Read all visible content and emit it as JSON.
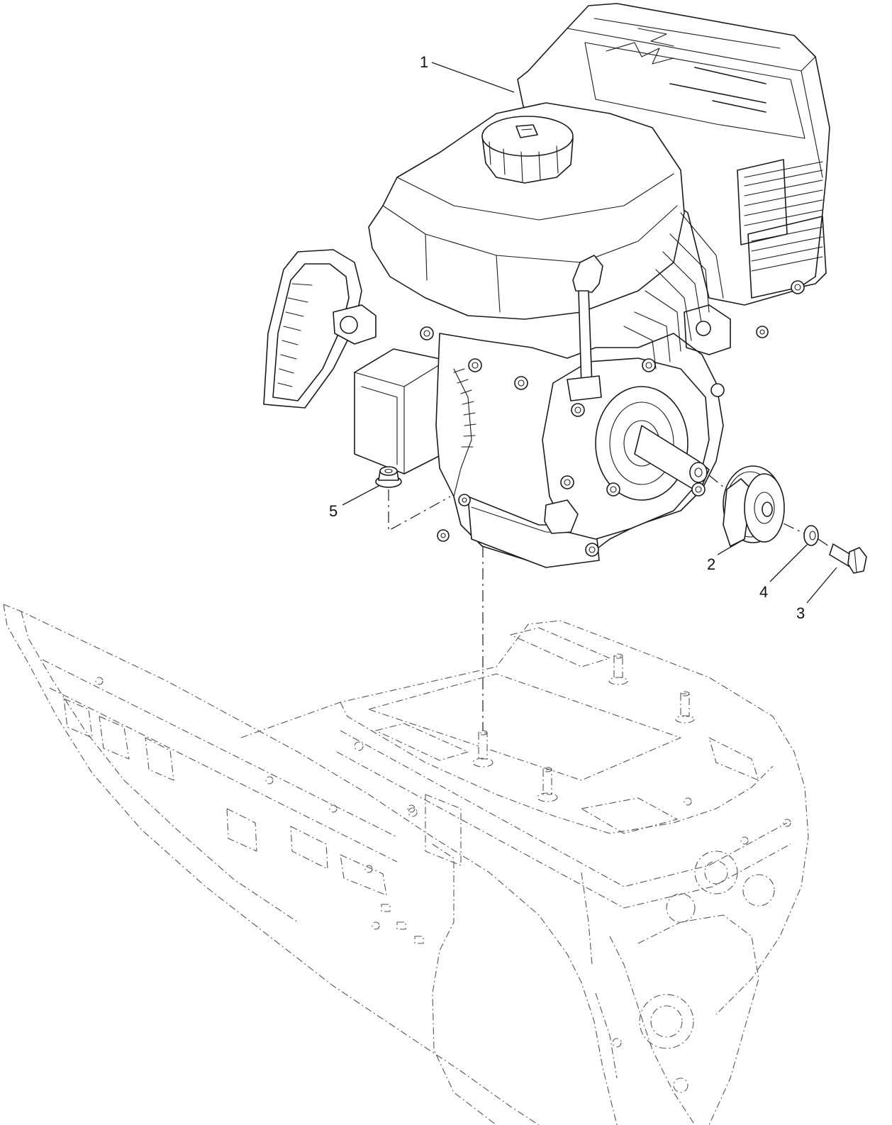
{
  "callouts": [
    {
      "id": "1",
      "label": "1"
    },
    {
      "id": "2",
      "label": "2"
    },
    {
      "id": "3",
      "label": "3"
    },
    {
      "id": "4",
      "label": "4"
    },
    {
      "id": "5",
      "label": "5"
    }
  ],
  "colors": {
    "line": "#1a1a1a",
    "ghost": "#555555",
    "background": "#ffffff"
  },
  "icons": [
    "engine-drawing",
    "pulley-drawing",
    "washer-drawing",
    "bolt-drawing",
    "flange-nut-drawing",
    "frame-ghost-drawing"
  ]
}
